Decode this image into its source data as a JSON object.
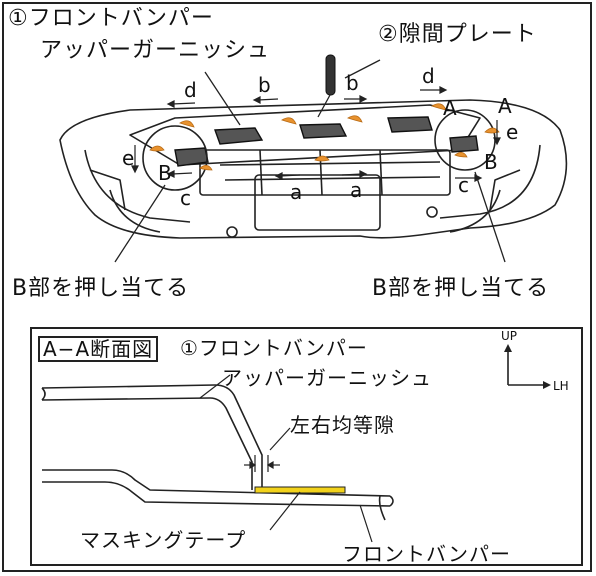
{
  "top": {
    "part1_line1": "①フロントバンパー",
    "part1_line2": "アッパーガーニッシュ",
    "part2": "②隙間プレート",
    "arrow_labels": {
      "d": "d",
      "b": "b",
      "a": "a",
      "e": "e",
      "c": "c",
      "A": "A",
      "B": "B"
    },
    "press_left": "B部を押し当てる",
    "press_right": "B部を押し当てる"
  },
  "section": {
    "title_boxed": "A−A断面図",
    "title_rest": "①フロントバンパー",
    "garnish_label": "アッパーガーニッシュ",
    "gap_label": "左右均等隙",
    "tape_label": "マスキングテープ",
    "bumper_label": "フロントバンパー",
    "axis_up": "UP",
    "axis_lh": "LH"
  },
  "colors": {
    "clip": "#e8922e",
    "tape": "#f2d21b",
    "line": "#222222"
  }
}
